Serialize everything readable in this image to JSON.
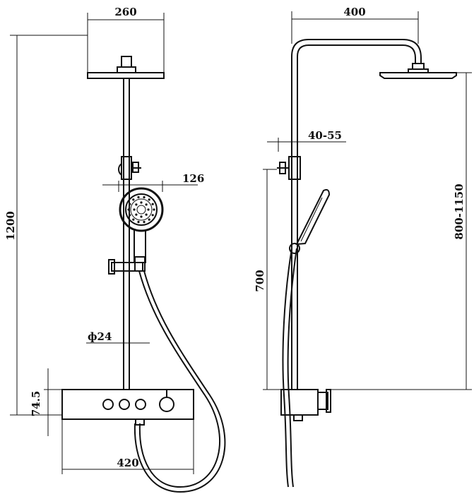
{
  "colors": {
    "line": "#111111",
    "background": "#ffffff"
  },
  "front_view": {
    "dims": {
      "head_width": "260",
      "handset_width": "126",
      "total_height": "1200",
      "rail_diameter": "ф24",
      "mixer_height": "74.5",
      "mixer_width": "420"
    }
  },
  "side_view": {
    "dims": {
      "projection": "400",
      "wall_gap": "40-55",
      "bracket_height": "700",
      "adjustable_height": "800-1150"
    }
  }
}
